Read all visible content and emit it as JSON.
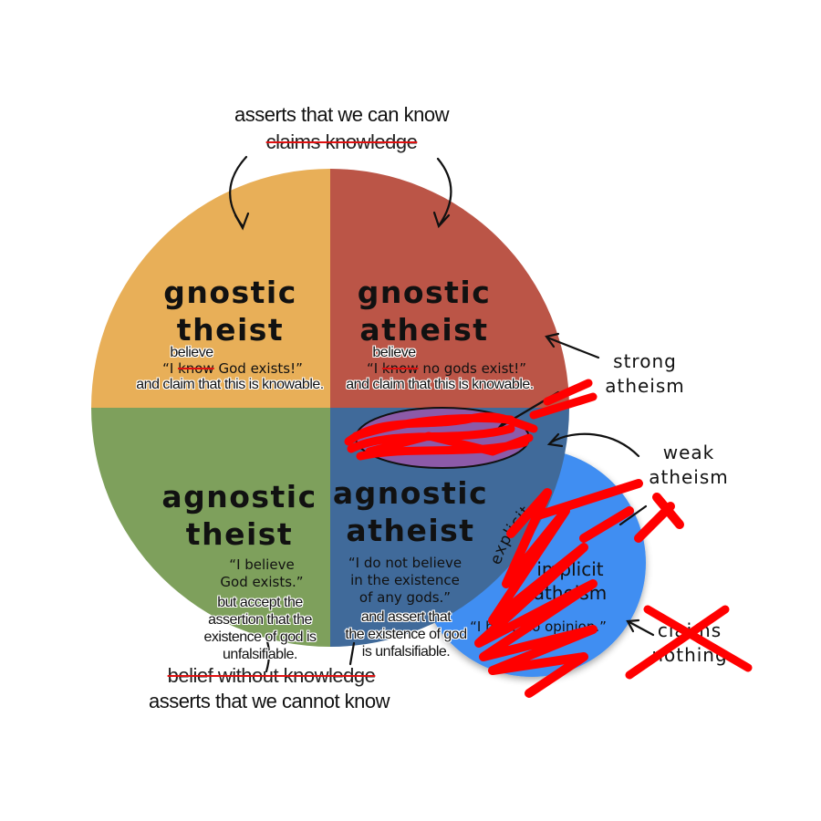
{
  "top_annotation": {
    "primary": "asserts that we can know",
    "struck": "claims knowledge"
  },
  "bottom_annotation": {
    "struck": "belief without knowledge",
    "primary": "asserts that we cannot know"
  },
  "quadrants": {
    "gnostic_theist": {
      "title_line1": "gnostic",
      "title_line2": "theist",
      "insert": "believe",
      "quote_open": "“I ",
      "struck": "know",
      "quote_rest": " God exists!”",
      "note": "and claim that this is knowable.",
      "color": "#E8AF59"
    },
    "gnostic_atheist": {
      "title_line1": "gnostic",
      "title_line2": "atheist",
      "insert": "believe",
      "quote_open": "“I ",
      "struck": "know",
      "quote_rest": " no gods exist!”",
      "note": "and claim that this is knowable.",
      "color": "#BB5547"
    },
    "agnostic_theist": {
      "title_line1": "agnostic",
      "title_line2": "theist",
      "quote_line1": "“I believe",
      "quote_line2": "God exists.”",
      "note_line1": "but accept the",
      "note_line2": "assertion that the",
      "note_line3": "existence of god is",
      "note_line4": "unfalsifiable.",
      "color": "#7EA05C"
    },
    "agnostic_atheist": {
      "title_line1": "agnostic",
      "title_line2": "atheist",
      "quote_line1": "“I do not believe",
      "quote_line2": "in the existence",
      "quote_line3": "of any gods.”",
      "note_line1": "and assert that",
      "note_line2": "the existence of god",
      "note_line3": "is unfalsifiable.",
      "color": "#3F6B9A"
    }
  },
  "implicit_circle": {
    "curved_label": "explicit",
    "title_line1": "implicit",
    "title_line2": "atheism",
    "quote": "“I have no opinion.”",
    "color": "#3F8EF2"
  },
  "side_labels": {
    "strong_line1": "strong",
    "strong_line2": "atheism",
    "weak_line1": "weak",
    "weak_line2": "atheism",
    "claims_line1": "claims",
    "claims_line2": "nothing"
  },
  "colors": {
    "scribble": "#FF0000",
    "strike": "#E01010",
    "arrow": "#111111"
  }
}
